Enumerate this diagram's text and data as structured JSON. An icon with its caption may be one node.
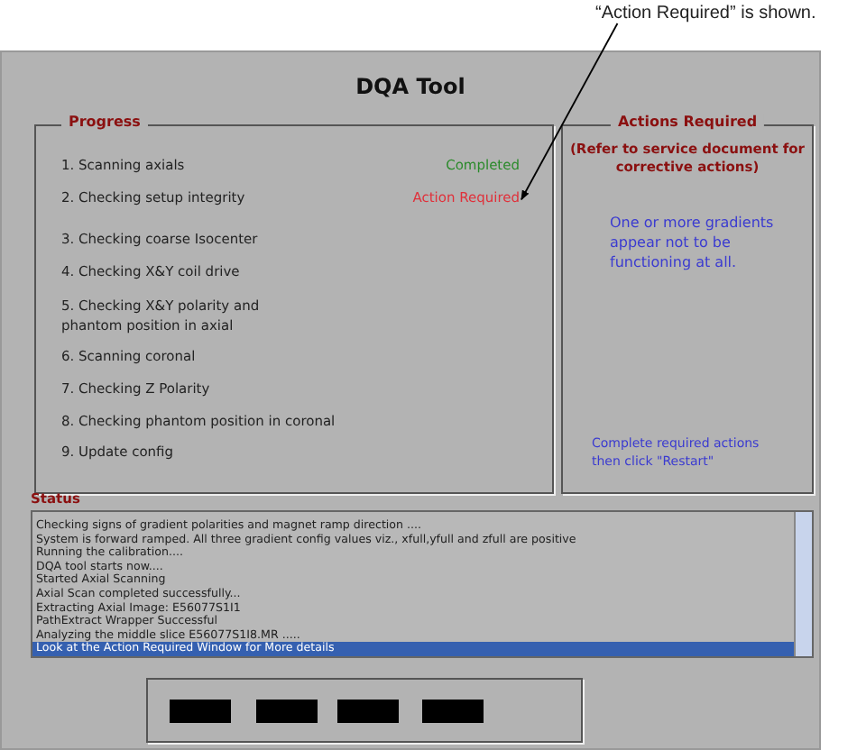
{
  "diagram": {
    "title": "DQA Tool",
    "nodes": [
      {
        "text": [
          "Progress"
        ]
      },
      {
        "text": [
          "1. Scanning axials"
        ],
        "in": 0
      },
      {
        "text": [
          "2. Checking setup integrity"
        ],
        "in": 0
      },
      {
        "text": [
          "3. Checking coarse Isocenter"
        ],
        "in": 0
      },
      {
        "text": [
          "4. Checking X&Y coil drive"
        ],
        "in": 0
      },
      {
        "text": [
          "5. Checking X&Y polarity and phantom position in axial"
        ],
        "in": 0
      },
      {
        "text": [
          "6. Scanning coronal"
        ],
        "in": 0
      },
      {
        "text": [
          "7. Checking Z Polarity"
        ],
        "in": 0
      },
      {
        "text": [
          "8. Checking phantom position in coronal"
        ],
        "in": 0
      },
      {
        "text": [
          "9. Update config"
        ],
        "in": 0
      },
      {
        "text": [
          "Completed"
        ],
        "in": 0
      },
      {
        "text": [
          "Action Required"
        ],
        "in": 0
      },
      {
        "text": [
          "Actions Required",
          "(Refer to service document for corrective actions)",
          "One or more gradients appear not to be functioning at all.",
          "Complete required actions then click \"Restart\""
        ]
      },
      {
        "text": [
          "“Action Required” is shown."
        ]
      },
      {
        "text": [],
        "shape": "box"
      },
      {
        "text": [],
        "shape": "box",
        "in": 14
      },
      {
        "text": [],
        "shape": "box",
        "in": 14
      },
      {
        "text": [],
        "shape": "box",
        "in": 14
      },
      {
        "text": [],
        "shape": "box",
        "in": 14
      }
    ],
    "edges": [
      {
        "from": 13,
        "to": 11,
        "arrow": "to"
      }
    ],
    "labels": [
      "Status",
      "Checking signs of gradient polarities and magnet ramp direction ....",
      "System is forward ramped. All three gradient config values viz., xfull,yfull and zfull are positive",
      "Running the calibration....",
      "DQA tool starts now....",
      "Started Axial Scanning",
      "Axial Scan completed successfully...",
      "Extracting Axial Image: E56077S1I1",
      "PathExtract Wrapper Successful",
      "Analyzing the middle slice E56077S1I8.MR .....",
      "Look at the Action Required Window for More details"
    ]
  }
}
